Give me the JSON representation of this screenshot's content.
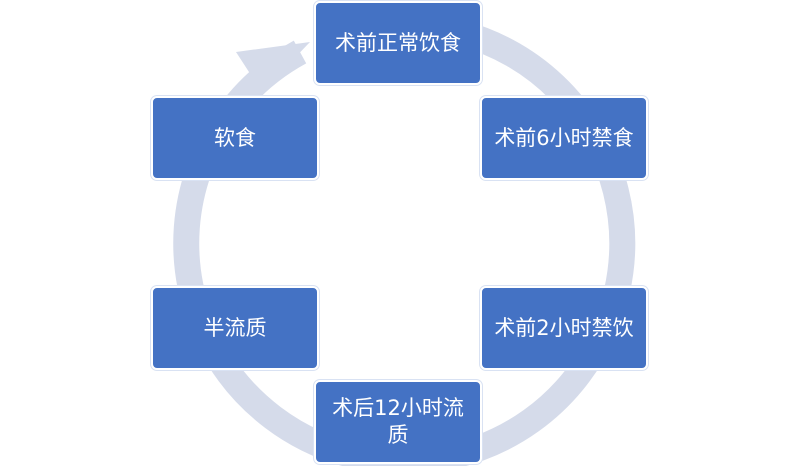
{
  "diagram": {
    "type": "cycle",
    "colors": {
      "box_fill": "#4472C4",
      "box_text": "#FFFFFF",
      "ring": "#D5DBEA"
    },
    "steps": [
      {
        "label": "术前正常饮食"
      },
      {
        "label": "术前6小时禁食"
      },
      {
        "label": "术前2小时禁饮"
      },
      {
        "label": "术后12小时流质"
      },
      {
        "label": "半流质"
      },
      {
        "label": "软食"
      }
    ]
  }
}
